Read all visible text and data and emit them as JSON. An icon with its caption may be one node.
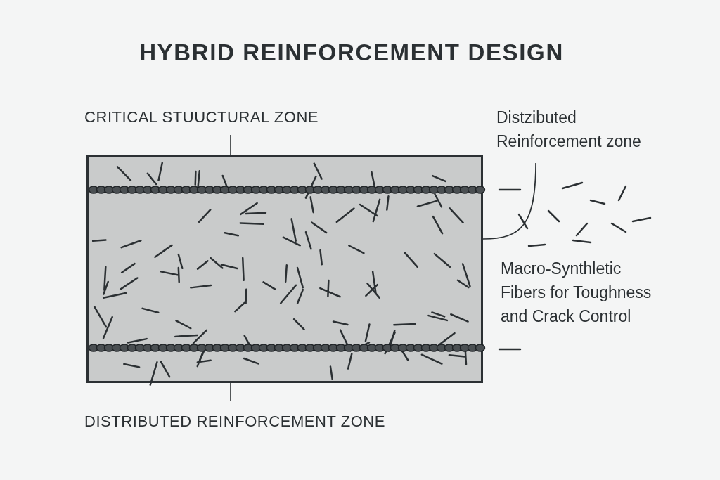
{
  "diagram": {
    "title": "HYBRID REINFORCEMENT DESIGN",
    "nodes": [
      {
        "text": [],
        "shape": "box"
      },
      {
        "text": [
          "CRITICAL STUUCTURAL ZONE"
        ]
      },
      {
        "text": [
          "Distzibuted Reinforcement zone"
        ]
      },
      {
        "text": [
          "Macro-Synthletic Fibers for Toughness and Crack Control"
        ]
      },
      {
        "text": [
          "DISTRIBUTED REINFORCEMENT ZONE"
        ]
      }
    ],
    "edges": [
      {
        "from": 1,
        "to": 0,
        "arrow": "none"
      },
      {
        "from": 2,
        "to": 0,
        "arrow": "none"
      },
      {
        "from": 4,
        "to": 0,
        "arrow": "none"
      }
    ]
  }
}
